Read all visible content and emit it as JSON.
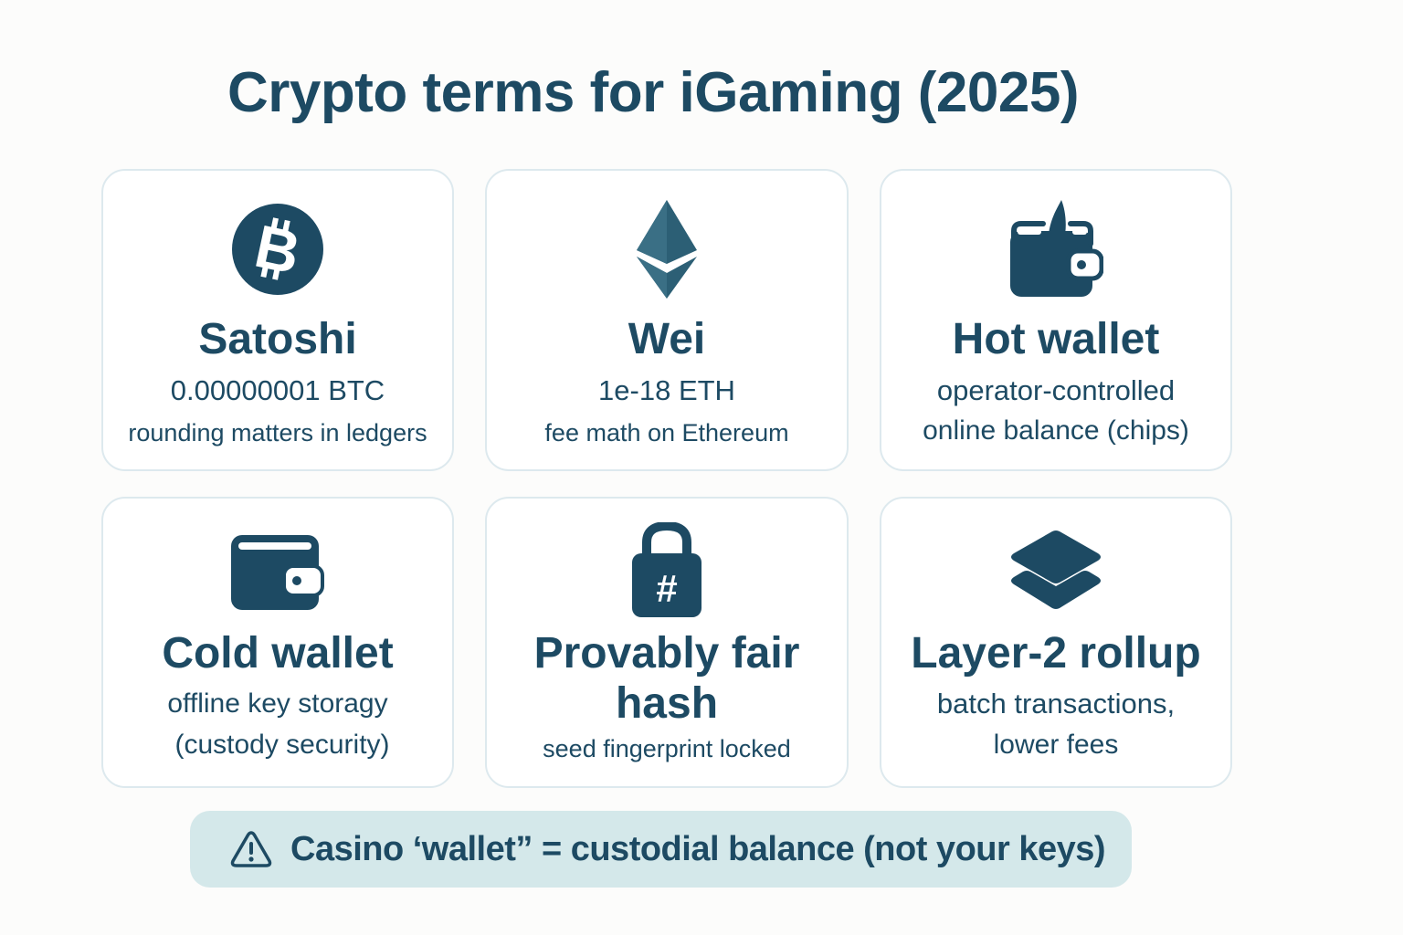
{
  "title": "Crypto terms for iGaming (2025)",
  "colors": {
    "primary": "#1d4a63",
    "card_border": "#dde9ee",
    "card_bg": "#ffffff",
    "page_bg": "#fcfcfb",
    "banner_bg": "#d4e8ea"
  },
  "cards": [
    {
      "icon": "bitcoin-icon",
      "term": "Satoshi",
      "line1": "0.00000001 BTC",
      "line2": "rounding matters in ledgers"
    },
    {
      "icon": "ethereum-icon",
      "term": "Wei",
      "line1": "1e-18 ETH",
      "line2": "fee math on Ethereum"
    },
    {
      "icon": "hot-wallet-icon",
      "term": "Hot wallet",
      "line1": "operator-controlled",
      "line2": "online balance (chips)"
    },
    {
      "icon": "cold-wallet-icon",
      "term": "Cold wallet",
      "line1": "offline key storagy",
      "line2": "(custody security)"
    },
    {
      "icon": "hash-lock-icon",
      "term_line1": "Provably fair",
      "term_line2": "hash",
      "line2": "seed fingerprint locked"
    },
    {
      "icon": "layers-icon",
      "term": "Layer-2 rollup",
      "line1": "batch transactions,",
      "line2": "lower fees"
    }
  ],
  "banner": {
    "icon": "warning-icon",
    "text": "Casino ‘wallet” = custodial balance (not your keys)"
  }
}
